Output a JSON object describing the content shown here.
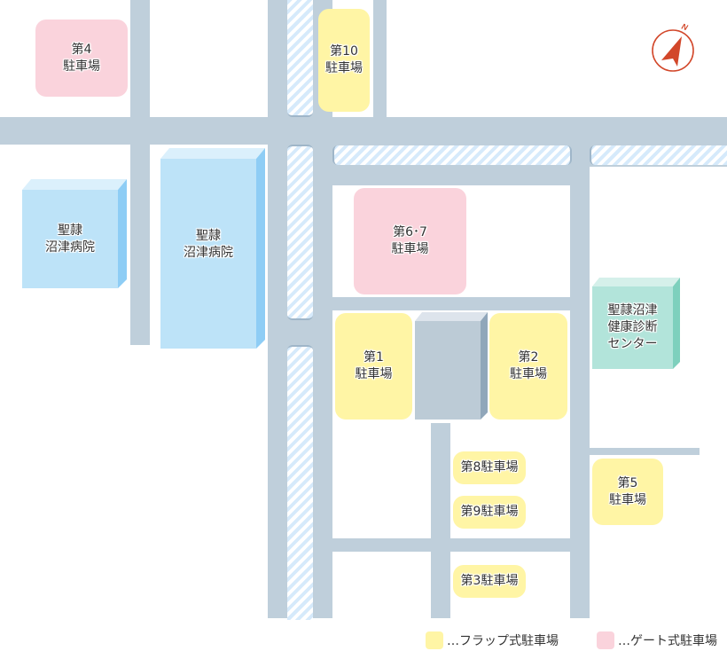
{
  "map": {
    "parking_lots": [
      {
        "id": "lot-4",
        "lines": [
          "第4",
          "駐車場"
        ],
        "type": "gate"
      },
      {
        "id": "lot-10",
        "lines": [
          "第10",
          "駐車場"
        ],
        "type": "flap"
      },
      {
        "id": "lot-6-7",
        "lines": [
          "第6･7",
          "駐車場"
        ],
        "type": "gate"
      },
      {
        "id": "lot-1",
        "lines": [
          "第1",
          "駐車場"
        ],
        "type": "flap"
      },
      {
        "id": "lot-2",
        "lines": [
          "第2",
          "駐車場"
        ],
        "type": "flap"
      },
      {
        "id": "lot-8",
        "lines": [
          "第8駐車場"
        ],
        "type": "flap"
      },
      {
        "id": "lot-9",
        "lines": [
          "第9駐車場"
        ],
        "type": "flap"
      },
      {
        "id": "lot-3",
        "lines": [
          "第3駐車場"
        ],
        "type": "flap"
      },
      {
        "id": "lot-5",
        "lines": [
          "第5",
          "駐車場"
        ],
        "type": "flap"
      }
    ],
    "buildings": [
      {
        "id": "hospital-west",
        "lines": [
          "聖隷",
          "沼津病院"
        ]
      },
      {
        "id": "hospital-main",
        "lines": [
          "聖隷",
          "沼津病院"
        ]
      },
      {
        "id": "health-center",
        "lines": [
          "聖隷沼津",
          "健康診断",
          "センター"
        ]
      }
    ],
    "compass": {
      "label": "N"
    }
  },
  "legend": {
    "flap": {
      "label": "…フラップ式駐車場",
      "color": "#fff5a5"
    },
    "gate": {
      "label": "…ゲート式駐車場",
      "color": "#fad3dc"
    }
  },
  "colors": {
    "road": "#bfcfdb",
    "hospital": "#bde3f8",
    "health_center": "#b2e4da",
    "annex": "#bccbd6",
    "compass": "#d2472a"
  }
}
